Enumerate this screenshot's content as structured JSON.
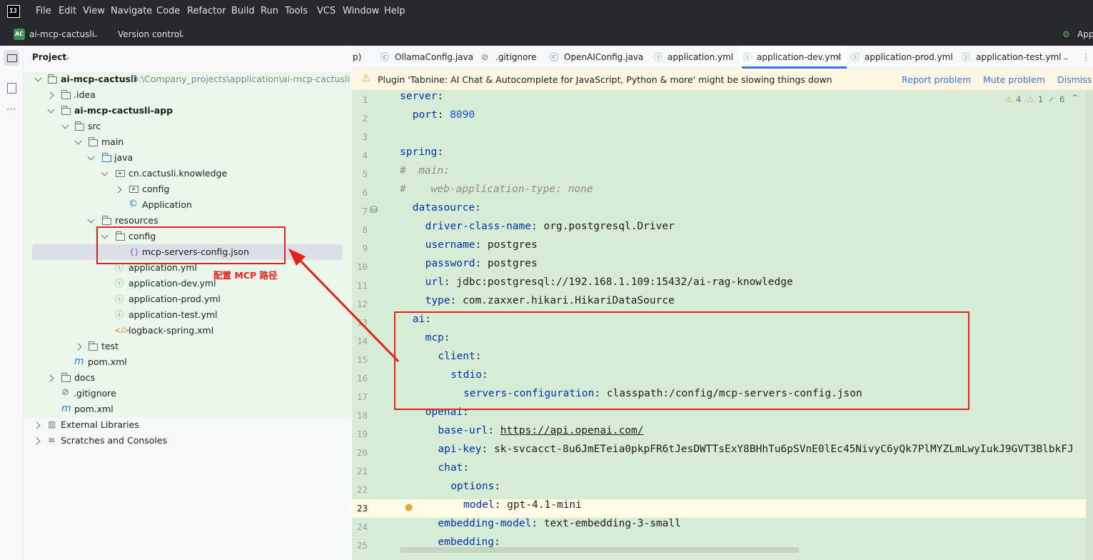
{
  "menubar": {
    "items": [
      "File",
      "Edit",
      "View",
      "Navigate",
      "Code",
      "Refactor",
      "Build",
      "Run",
      "Tools",
      "VCS",
      "Window",
      "Help"
    ]
  },
  "toolbar": {
    "project_badge": "AC",
    "project_name": "ai-mcp-cactusli",
    "vcs_label": "Version control",
    "run_config": "App"
  },
  "project_panel": {
    "title": "Project",
    "tree": [
      {
        "label": "ai-mcp-cactusli",
        "path": "D:\\Company_projects\\application\\ai-mcp-cactusli"
      },
      {
        "label": ".idea"
      },
      {
        "label": "ai-mcp-cactusli-app"
      },
      {
        "label": "src"
      },
      {
        "label": "main"
      },
      {
        "label": "java"
      },
      {
        "label": "cn.cactusli.knowledge"
      },
      {
        "label": "config"
      },
      {
        "label": "Application"
      },
      {
        "label": "resources"
      },
      {
        "label": "config"
      },
      {
        "label": "mcp-servers-config.json"
      },
      {
        "label": "application.yml"
      },
      {
        "label": "application-dev.yml"
      },
      {
        "label": "application-prod.yml"
      },
      {
        "label": "application-test.yml"
      },
      {
        "label": "logback-spring.xml"
      },
      {
        "label": "test"
      },
      {
        "label": "pom.xml"
      },
      {
        "label": "docs"
      },
      {
        "label": ".gitignore"
      },
      {
        "label": "pom.xml"
      },
      {
        "label": "External Libraries"
      },
      {
        "label": "Scratches and Consoles"
      }
    ]
  },
  "annotation": {
    "text": "配置 MCP 路径",
    "color": "#e8201c"
  },
  "editor": {
    "tabs": [
      {
        "label": "p)"
      },
      {
        "label": "OllamaConfig.java"
      },
      {
        "label": ".gitignore"
      },
      {
        "label": "OpenAIConfig.java"
      },
      {
        "label": "application.yml"
      },
      {
        "label": "application-dev.yml",
        "active": true
      },
      {
        "label": "application-prod.yml"
      },
      {
        "label": "application-test.yml"
      }
    ],
    "banner": {
      "message": "Plugin 'Tabnine: AI Chat & Autocomplete for JavaScript, Python & more' might be slowing things down",
      "actions": [
        "Report problem",
        "Mute problem",
        "Dismiss"
      ]
    },
    "inspections": {
      "warnings": "4",
      "weak_warnings": "1",
      "ok": "6"
    },
    "current_line": 23,
    "lines": [
      {
        "n": "1",
        "key": "server",
        "sep": ":",
        "val": ""
      },
      {
        "n": "2",
        "key": "port",
        "sep": ": ",
        "val": "8090"
      },
      {
        "n": "3",
        "key": "",
        "sep": "",
        "val": ""
      },
      {
        "n": "4",
        "key": "spring",
        "sep": ":",
        "val": ""
      },
      {
        "n": "5",
        "comment": "#  main:"
      },
      {
        "n": "6",
        "comment": "#    web-application-type: none"
      },
      {
        "n": "7",
        "key": "datasource",
        "sep": ":",
        "val": ""
      },
      {
        "n": "8",
        "key": "driver-class-name",
        "sep": ": ",
        "val": "org.postgresql.Driver"
      },
      {
        "n": "9",
        "key": "username",
        "sep": ": ",
        "val": "postgres"
      },
      {
        "n": "10",
        "key": "password",
        "sep": ": ",
        "val": "postgres"
      },
      {
        "n": "11",
        "key": "url",
        "sep": ": ",
        "val": "jdbc:postgresql://192.168.1.109:15432/ai-rag-knowledge"
      },
      {
        "n": "12",
        "key": "type",
        "sep": ": ",
        "val": "com.zaxxer.hikari.HikariDataSource"
      },
      {
        "n": "13",
        "key": "ai",
        "sep": ":",
        "val": ""
      },
      {
        "n": "14",
        "key": "mcp",
        "sep": ":",
        "val": ""
      },
      {
        "n": "15",
        "key": "client",
        "sep": ":",
        "val": ""
      },
      {
        "n": "16",
        "key": "stdio",
        "sep": ":",
        "val": ""
      },
      {
        "n": "17",
        "key": "servers-configuration",
        "sep": ": ",
        "val": "classpath:/config/mcp-servers-config.json"
      },
      {
        "n": "18",
        "key": "openai",
        "sep": ":",
        "val": ""
      },
      {
        "n": "19",
        "key": "base-url",
        "sep": ": ",
        "val": "https://api.openai.com/"
      },
      {
        "n": "20",
        "key": "api-key",
        "sep": ": ",
        "val": "sk-svcacct-8u6JmETeia0pkpFR6tJesDWTTsExY8BHhTu6pSVnE0lEc45NivyC6yQk7PlMYZLmLwyIukJ9GVT3BlbkFJ"
      },
      {
        "n": "21",
        "key": "chat",
        "sep": ":",
        "val": ""
      },
      {
        "n": "22",
        "key": "options",
        "sep": ":",
        "val": ""
      },
      {
        "n": "23",
        "key": "model",
        "sep": ": ",
        "val": "gpt-4.1-mini"
      },
      {
        "n": "24",
        "key": "embedding-model",
        "sep": ": ",
        "val": "text-embedding-3-small"
      },
      {
        "n": "25",
        "key": "embedding",
        "sep": ":",
        "val": ""
      }
    ]
  }
}
